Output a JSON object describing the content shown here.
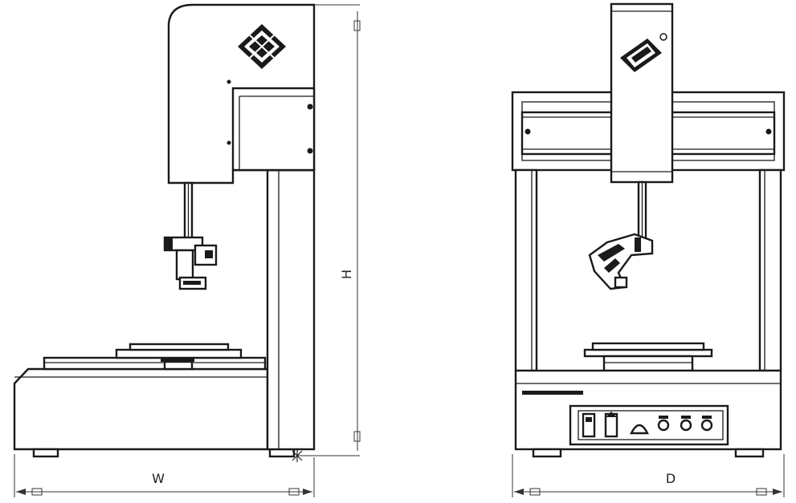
{
  "dimensions": {
    "height_label": "H",
    "width_label": "W",
    "depth_label": "D"
  }
}
